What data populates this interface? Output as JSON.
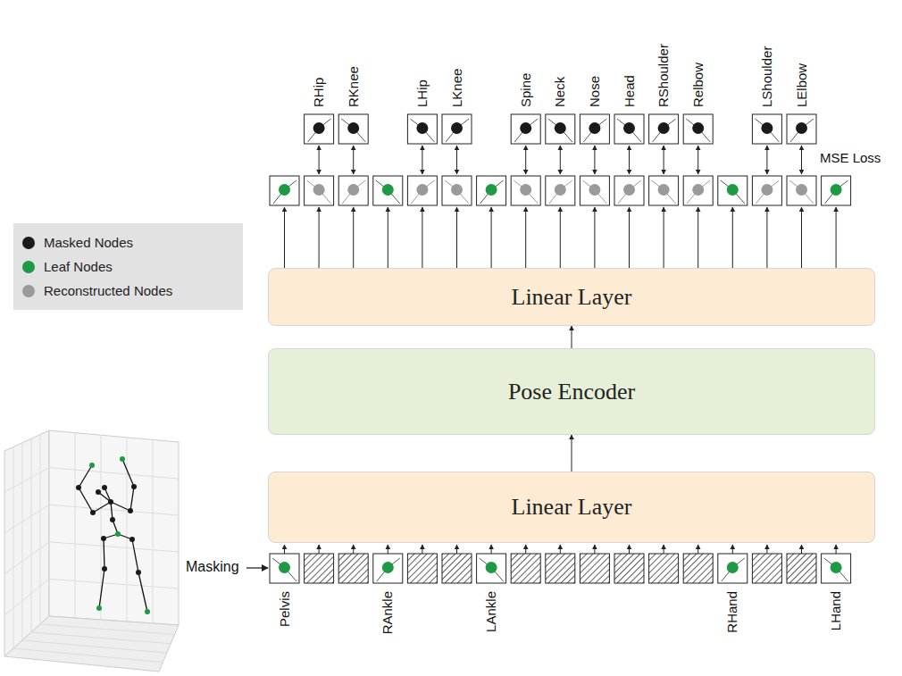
{
  "diagram": {
    "nodes": [
      {
        "text": [
          "Linear Layer"
        ]
      },
      {
        "text": [
          "Pose Encoder"
        ]
      },
      {
        "text": [
          "Linear Layer"
        ]
      }
    ],
    "edges": [
      {
        "from": 2,
        "to": 1,
        "arrow": "to"
      },
      {
        "from": 1,
        "to": 0,
        "arrow": "to"
      }
    ],
    "labels": [
      "RHip",
      "RKnee",
      "LHip",
      "LKnee",
      "Spine",
      "Neck",
      "Nose",
      "Head",
      "RShoulder",
      "Relbow",
      "LShoulder",
      "LElbow",
      "Pelvis",
      "RAnkle",
      "LAnkle",
      "RHand",
      "LHand",
      "MSE Loss",
      "Masking"
    ],
    "legend": [
      {
        "text": "Masked Nodes",
        "color": "#1a1a1a"
      },
      {
        "text": "Leaf Nodes",
        "color": "#1e9a45"
      },
      {
        "text": "Reconstructed Nodes",
        "color": "#9a9a9a"
      }
    ]
  }
}
